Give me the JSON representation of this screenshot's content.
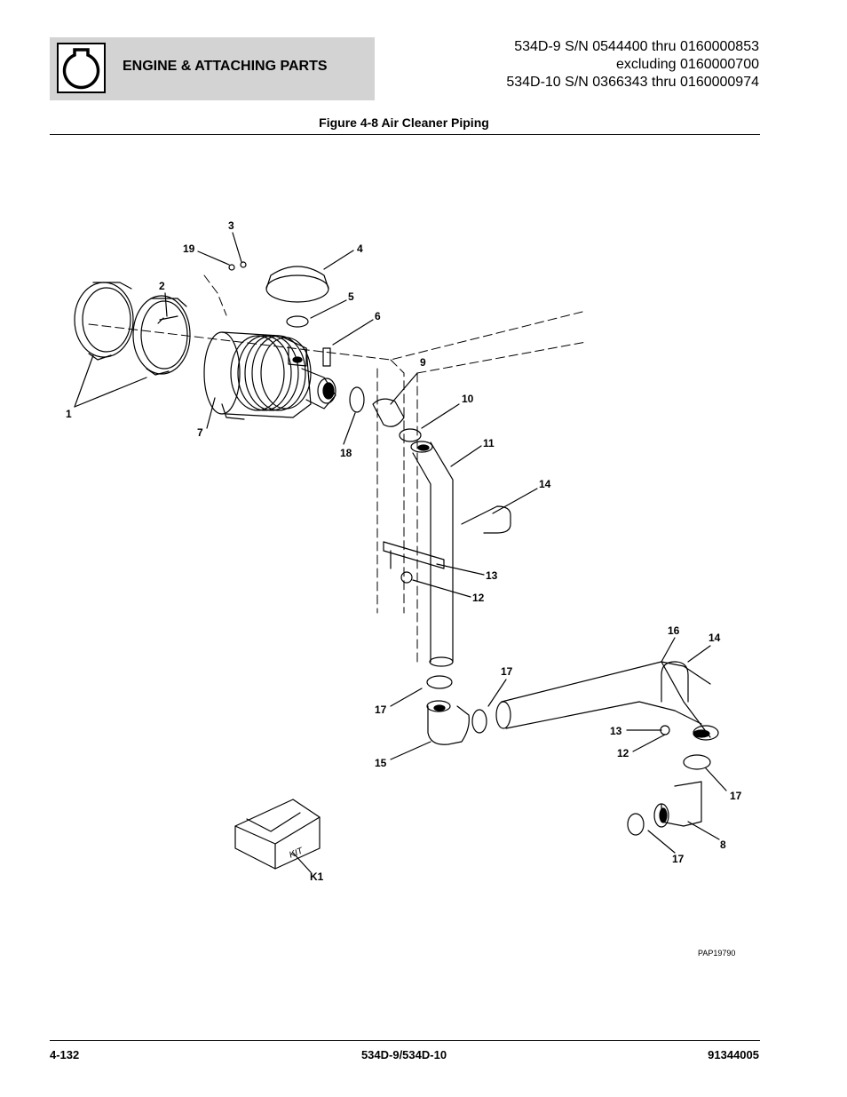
{
  "header": {
    "section_title": "ENGINE & ATTACHING PARTS",
    "model_lines": [
      "534D-9 S/N 0544400 thru 0160000853",
      "excluding 0160000700",
      "534D-10 S/N 0366343 thru 0160000974"
    ],
    "logo_icon": "engine-outline-icon"
  },
  "figure": {
    "title": "Figure 4-8 Air Cleaner Piping",
    "callouts": [
      "1",
      "2",
      "3",
      "4",
      "5",
      "6",
      "7",
      "8",
      "9",
      "10",
      "11",
      "12",
      "13",
      "14",
      "15",
      "16",
      "17",
      "18",
      "19",
      "K1"
    ],
    "kit_label": "KIT",
    "drawing_number": "PAP19790"
  },
  "footer": {
    "page_number": "4-132",
    "model": "534D-9/534D-10",
    "part_number": "91344005"
  }
}
